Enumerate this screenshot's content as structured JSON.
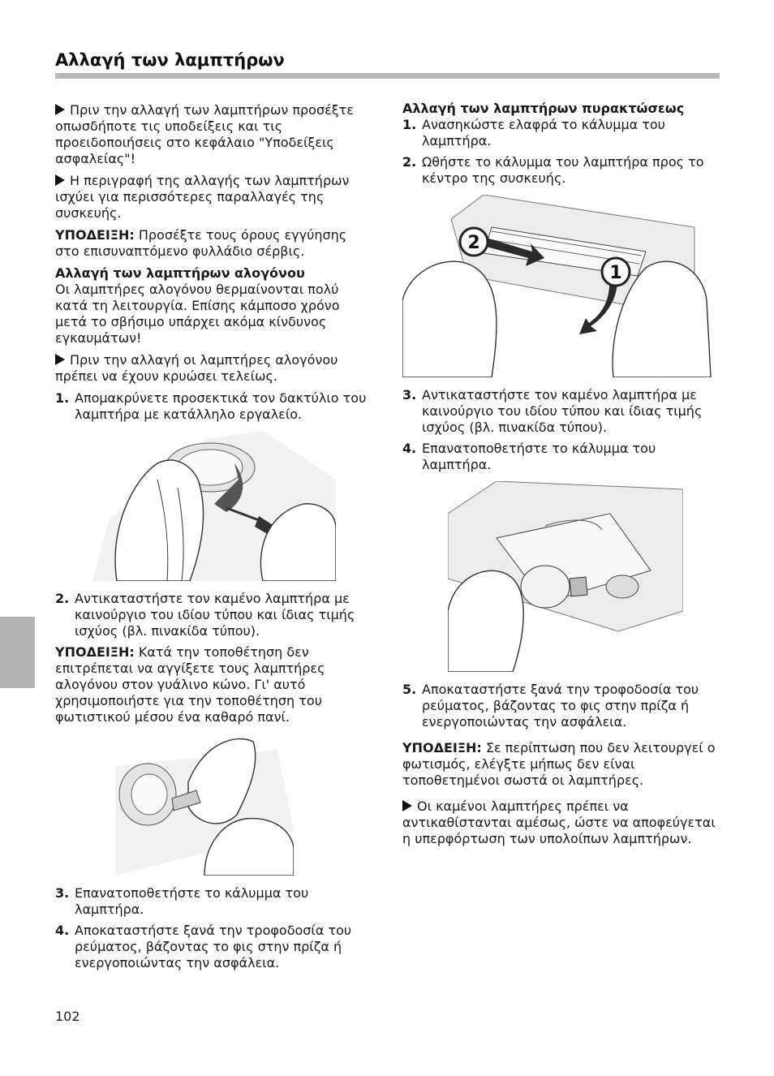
{
  "title": "Αλλαγή των λαμπτήρων",
  "page_number": "102",
  "left": {
    "p1": "Πριν την αλλαγή των λαμπτήρων προσέξτε οπωσδήποτε τις υποδείξεις και τις προειδοποιήσεις στο κεφάλαιο \"Υποδείξεις ασφαλείας\"!",
    "p2": "Η περιγραφή της αλλαγής των λαμπτήρων ισχύει για περισσότερες παραλλαγές της συσκευής.",
    "note1_label": "ΥΠΟΔΕΙΞΗ:",
    "note1_text": " Προσέξτε τους όρους εγγύησης στο επισυναπτόμενο φυλλάδιο σέρβις.",
    "halogen_heading": "Αλλαγή των λαμπτήρων αλογόνου",
    "halogen_intro": "Οι λαμπτήρες αλογόνου θερμαίνονται πολύ κατά τη λειτουργία. Επίσης κάμποσο χρόνο μετά το σβήσιμο υπάρχει ακόμα κίνδυνος εγκαυμάτων!",
    "halogen_warning": "Πριν την αλλαγή οι λαμπτήρες αλογόνου πρέπει να έχουν κρυώσει τελείως.",
    "steps_a": [
      {
        "num": "1.",
        "text": "Απομακρύνετε προσεκτικά τον δακτύλιο του λαμπτήρα με κατάλληλο εργαλείο."
      }
    ],
    "steps_b": [
      {
        "num": "2.",
        "text": "Αντικαταστήστε τον καμένο λαμπτήρα με καινούργιο του ιδίου τύπου και ίδιας τιμής ισχύος (βλ. πινακίδα τύπου)."
      }
    ],
    "note2_label": "ΥΠΟΔΕΙΞΗ:",
    "note2_text": " Κατά την τοποθέτηση δεν επιτρέπεται να αγγίξετε τους λαμπτήρες αλογόνου στον γυάλινο κώνο. Γι' αυτό χρησιμοποιήστε για την τοποθέτηση του φωτιστικού μέσου ένα καθαρό πανί.",
    "steps_c": [
      {
        "num": "3.",
        "text": "Επανατοποθετήστε το κάλυμμα του λαμπτήρα."
      },
      {
        "num": "4.",
        "text": "Αποκαταστήστε ξανά την τροφοδοσία του ρεύματος, βάζοντας το φις στην πρίζα ή ενεργοποιώντας την ασφάλεια."
      }
    ]
  },
  "right": {
    "heading": "Αλλαγή των λαμπτήρων πυρακτώσεως",
    "steps_a": [
      {
        "num": "1.",
        "text": "Ανασηκώστε ελαφρά το κάλυμμα του λαμπτήρα."
      },
      {
        "num": "2.",
        "text": "Ωθήστε το κάλυμμα του λαμπτήρα προς το κέντρο της συσκευής."
      }
    ],
    "fig_label_1": "1",
    "fig_label_2": "2",
    "steps_b": [
      {
        "num": "3.",
        "text": "Αντικαταστήστε τον καμένο λαμπτήρα με καινούργιο του ιδίου τύπου και ίδιας τιμής ισχύος (βλ. πινακίδα τύπου)."
      },
      {
        "num": "4.",
        "text": "Επανατοποθετήστε το κάλυμμα του λαμπτήρα."
      }
    ],
    "steps_c": [
      {
        "num": "5.",
        "text": "Αποκαταστήστε ξανά την τροφοδοσία του ρεύματος, βάζοντας το φις στην πρίζα ή ενεργοποιώντας την ασφάλεια."
      }
    ],
    "note_label": "ΥΠΟΔΕΙΞΗ:",
    "note_text": " Σε περίπτωση που δεν λειτουργεί ο φωτισμός, ελέγξτε μήπως δεν είναι τοποθετημένοι σωστά οι λαμπτήρες.",
    "final": "Οι καμένοι λαμπτήρες πρέπει να αντικαθίστανται αμέσως, ώστε να αποφεύγεται η υπερφόρτωση των υπολοίπων λαμπτήρων."
  }
}
